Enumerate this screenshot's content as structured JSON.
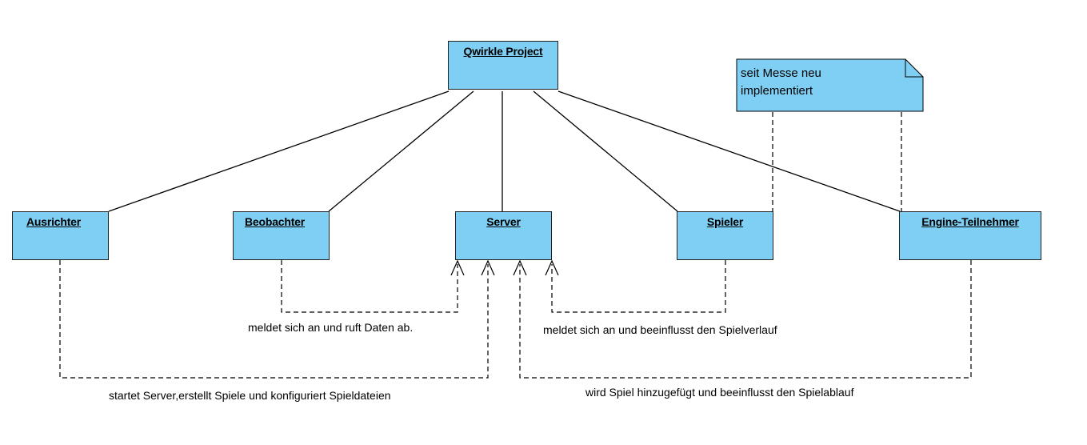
{
  "diagram": {
    "root": {
      "title": "Qwirkle Project"
    },
    "nodes": {
      "ausrichter": "Ausrichter",
      "beobachter": "Beobachter",
      "server": "Server",
      "spieler": "Spieler",
      "engine": "Engine-Teilnehmer"
    },
    "note": {
      "line1": "seit Messe neu",
      "line2": "implementiert"
    },
    "labels": {
      "beobachter_server": "meldet sich an und ruft Daten ab.",
      "spieler_server": "meldet sich an und beeinflusst den Spielverlauf",
      "ausrichter_server": "startet Server,erstellt Spiele und konfiguriert Spieldateien",
      "engine_server": "wird Spiel hinzugefügt und beeinflusst den Spielablauf"
    },
    "colors": {
      "box_fill": "#7ecff3",
      "stroke": "#000000"
    }
  }
}
